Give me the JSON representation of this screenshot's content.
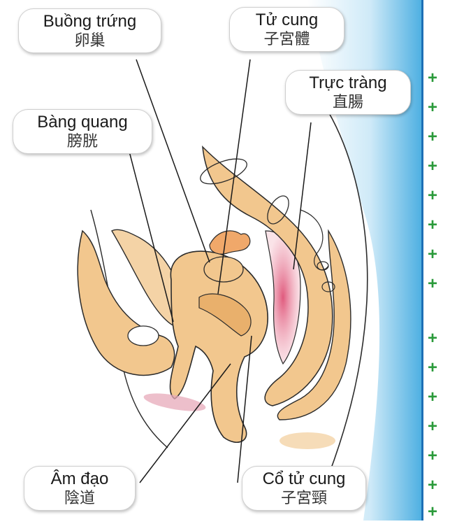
{
  "labels": {
    "ovary": {
      "vi": "Buồng trứng",
      "zh": "卵巢"
    },
    "uterus": {
      "vi": "Tử cung",
      "zh": "子宮體"
    },
    "rectum": {
      "vi": "Trực tràng",
      "zh": "直腸"
    },
    "bladder": {
      "vi": "Bàng quang",
      "zh": "膀胱"
    },
    "vagina": {
      "vi": "Âm đạo",
      "zh": "陰道"
    },
    "cervix": {
      "vi": "Cổ tử cung",
      "zh": "子宮頸"
    }
  },
  "plus_markers": [
    "+",
    "+",
    "+",
    "+",
    "+",
    "+",
    "+",
    "+",
    "+",
    "+",
    "+",
    "+",
    "+",
    "+",
    "+"
  ],
  "colors": {
    "tissue": "#f2c78e",
    "tissue_dark": "#e9b06c",
    "rectum_pink": "#e2708c",
    "outline": "#2b2b2b",
    "blue_panel": "#5fb8e6",
    "plus_green": "#2a9a3a"
  }
}
